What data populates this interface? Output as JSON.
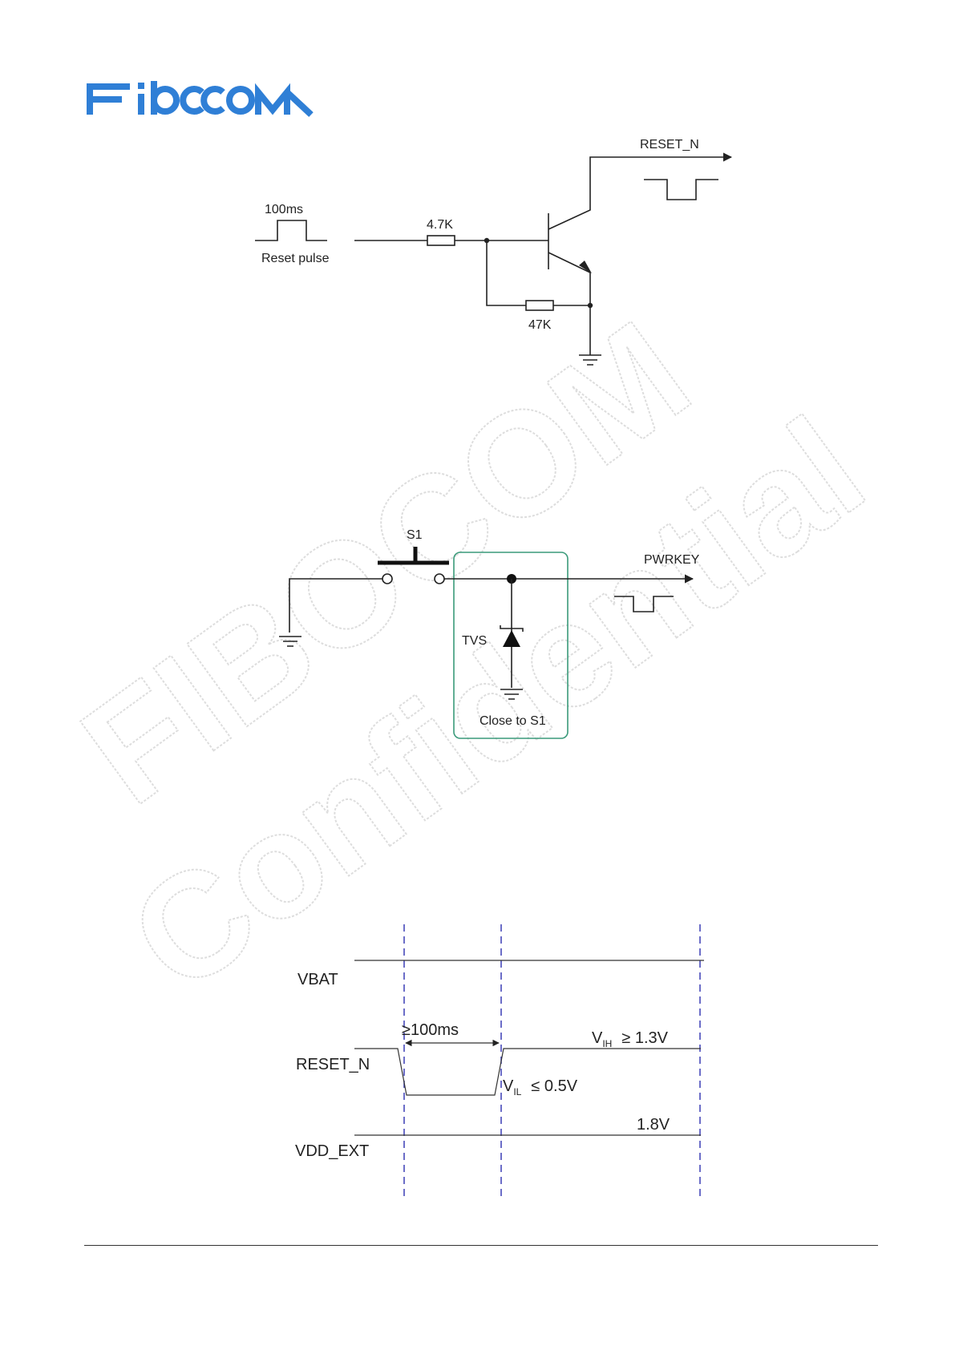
{
  "brand": {
    "logo_text": "Fibocom",
    "color": "#2f7fd6"
  },
  "watermark": {
    "line1": "FIBOCOM",
    "line2": "Confidential",
    "color": "#dcdcdc"
  },
  "reset_circuit": {
    "output_label": "RESET_N",
    "pulse_width_label": "100ms",
    "pulse_label": "Reset pulse",
    "base_resistor_label": "4.7K",
    "pulldown_resistor_label": "47K"
  },
  "pwrkey_circuit": {
    "switch_label": "S1",
    "output_label": "PWRKEY",
    "tvs_label": "TVS",
    "note_label": "Close to S1",
    "box_color": "#3a9a7a"
  },
  "timing": {
    "vbat_label": "VBAT",
    "reset_label": "RESET_N",
    "vdd_label": "VDD_EXT",
    "duration_label": "≥100ms",
    "vih_main": "V",
    "vih_sub": "IH",
    "vih_value": "≥ 1.3V",
    "vil_main": "V",
    "vil_sub": "IL",
    "vil_value": "≤ 0.5V",
    "vdd_value": "1.8V",
    "marker_color": "#3b3fb5"
  }
}
